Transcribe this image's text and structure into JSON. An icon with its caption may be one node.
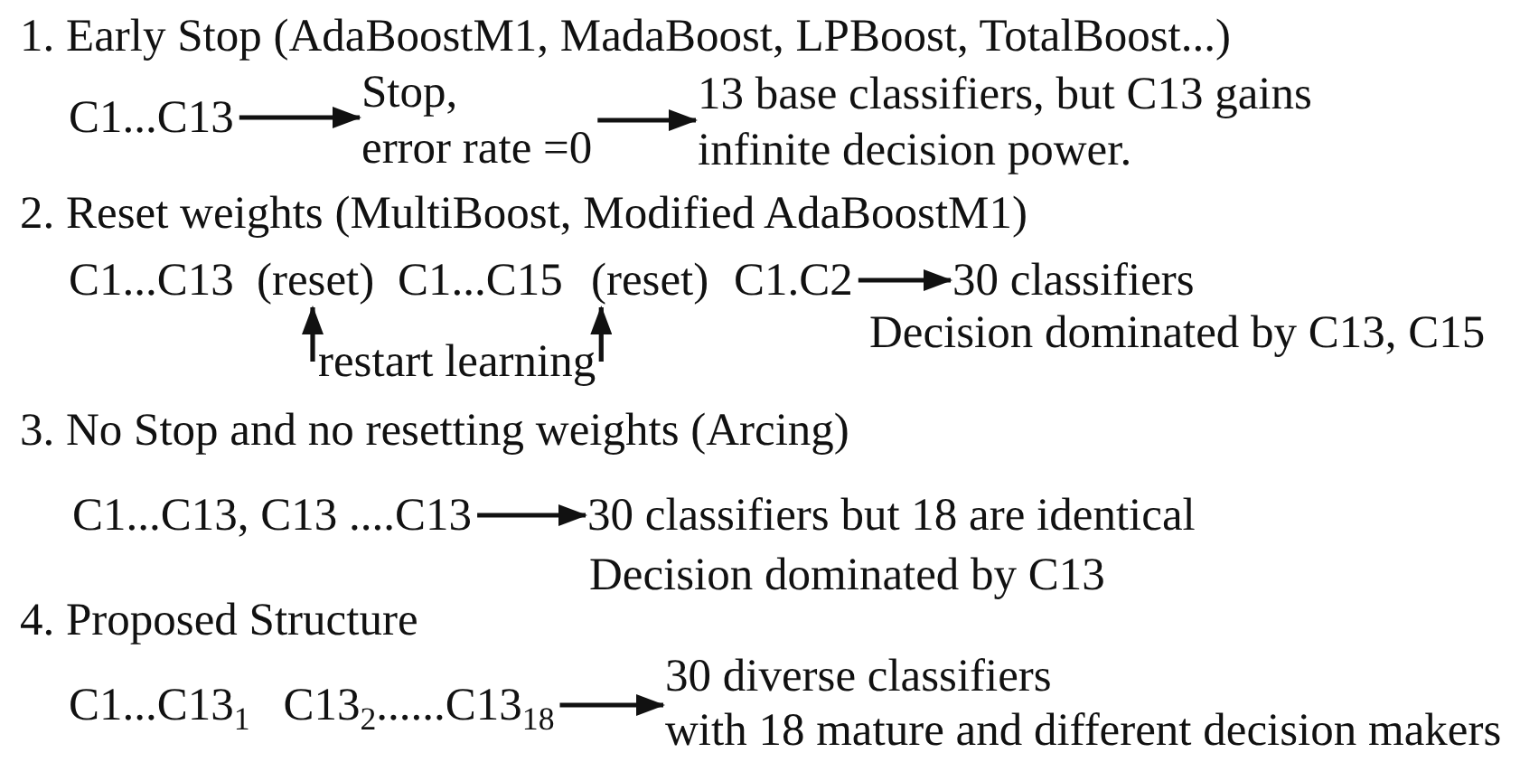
{
  "diagram": {
    "nodes": [
      {
        "text": [
          "C1...C13"
        ]
      },
      {
        "text": [
          "Stop,",
          "error rate =0"
        ]
      },
      {
        "text": [
          "13 base classifiers, but C13 gains infinite decision power."
        ]
      },
      {
        "text": [
          "C1...C13"
        ]
      },
      {
        "text": [
          "(reset)"
        ]
      },
      {
        "text": [
          "C1...C15"
        ]
      },
      {
        "text": [
          "(reset)"
        ]
      },
      {
        "text": [
          "C1.C2"
        ]
      },
      {
        "text": [
          "30 classifiers"
        ]
      },
      {
        "text": [
          "restart learning"
        ]
      },
      {
        "text": [
          "C1...C13, C13 ....C13"
        ]
      },
      {
        "text": [
          "30 classifiers but 18 are identical"
        ]
      },
      {
        "text": [
          "C1...C13$_{1}$ C13$_{2}$......C13$_{18}$"
        ]
      },
      {
        "text": [
          "30 diverse classifiers",
          "with 18 mature and different decision makers"
        ]
      }
    ],
    "edges": [
      {
        "from": 0,
        "to": 1,
        "arrow": "to"
      },
      {
        "from": 1,
        "to": 2,
        "arrow": "to"
      },
      {
        "from": 7,
        "to": 8,
        "arrow": "to"
      },
      {
        "from": 9,
        "to": 4,
        "arrow": "to"
      },
      {
        "from": 9,
        "to": 6,
        "arrow": "to"
      },
      {
        "from": 10,
        "to": 11,
        "arrow": "to"
      },
      {
        "from": 12,
        "to": 13,
        "arrow": "to"
      }
    ],
    "labels": [
      "1. Early Stop (AdaBoostM1, MadaBoost, LPBoost, TotalBoost...)",
      "2. Reset weights (MultiBoost, Modified AdaBoostM1)",
      "Decision dominated by C13, C15",
      "3. No Stop and no resetting weights (Arcing)",
      "Decision dominated by C13",
      "4. Proposed Structure"
    ]
  }
}
